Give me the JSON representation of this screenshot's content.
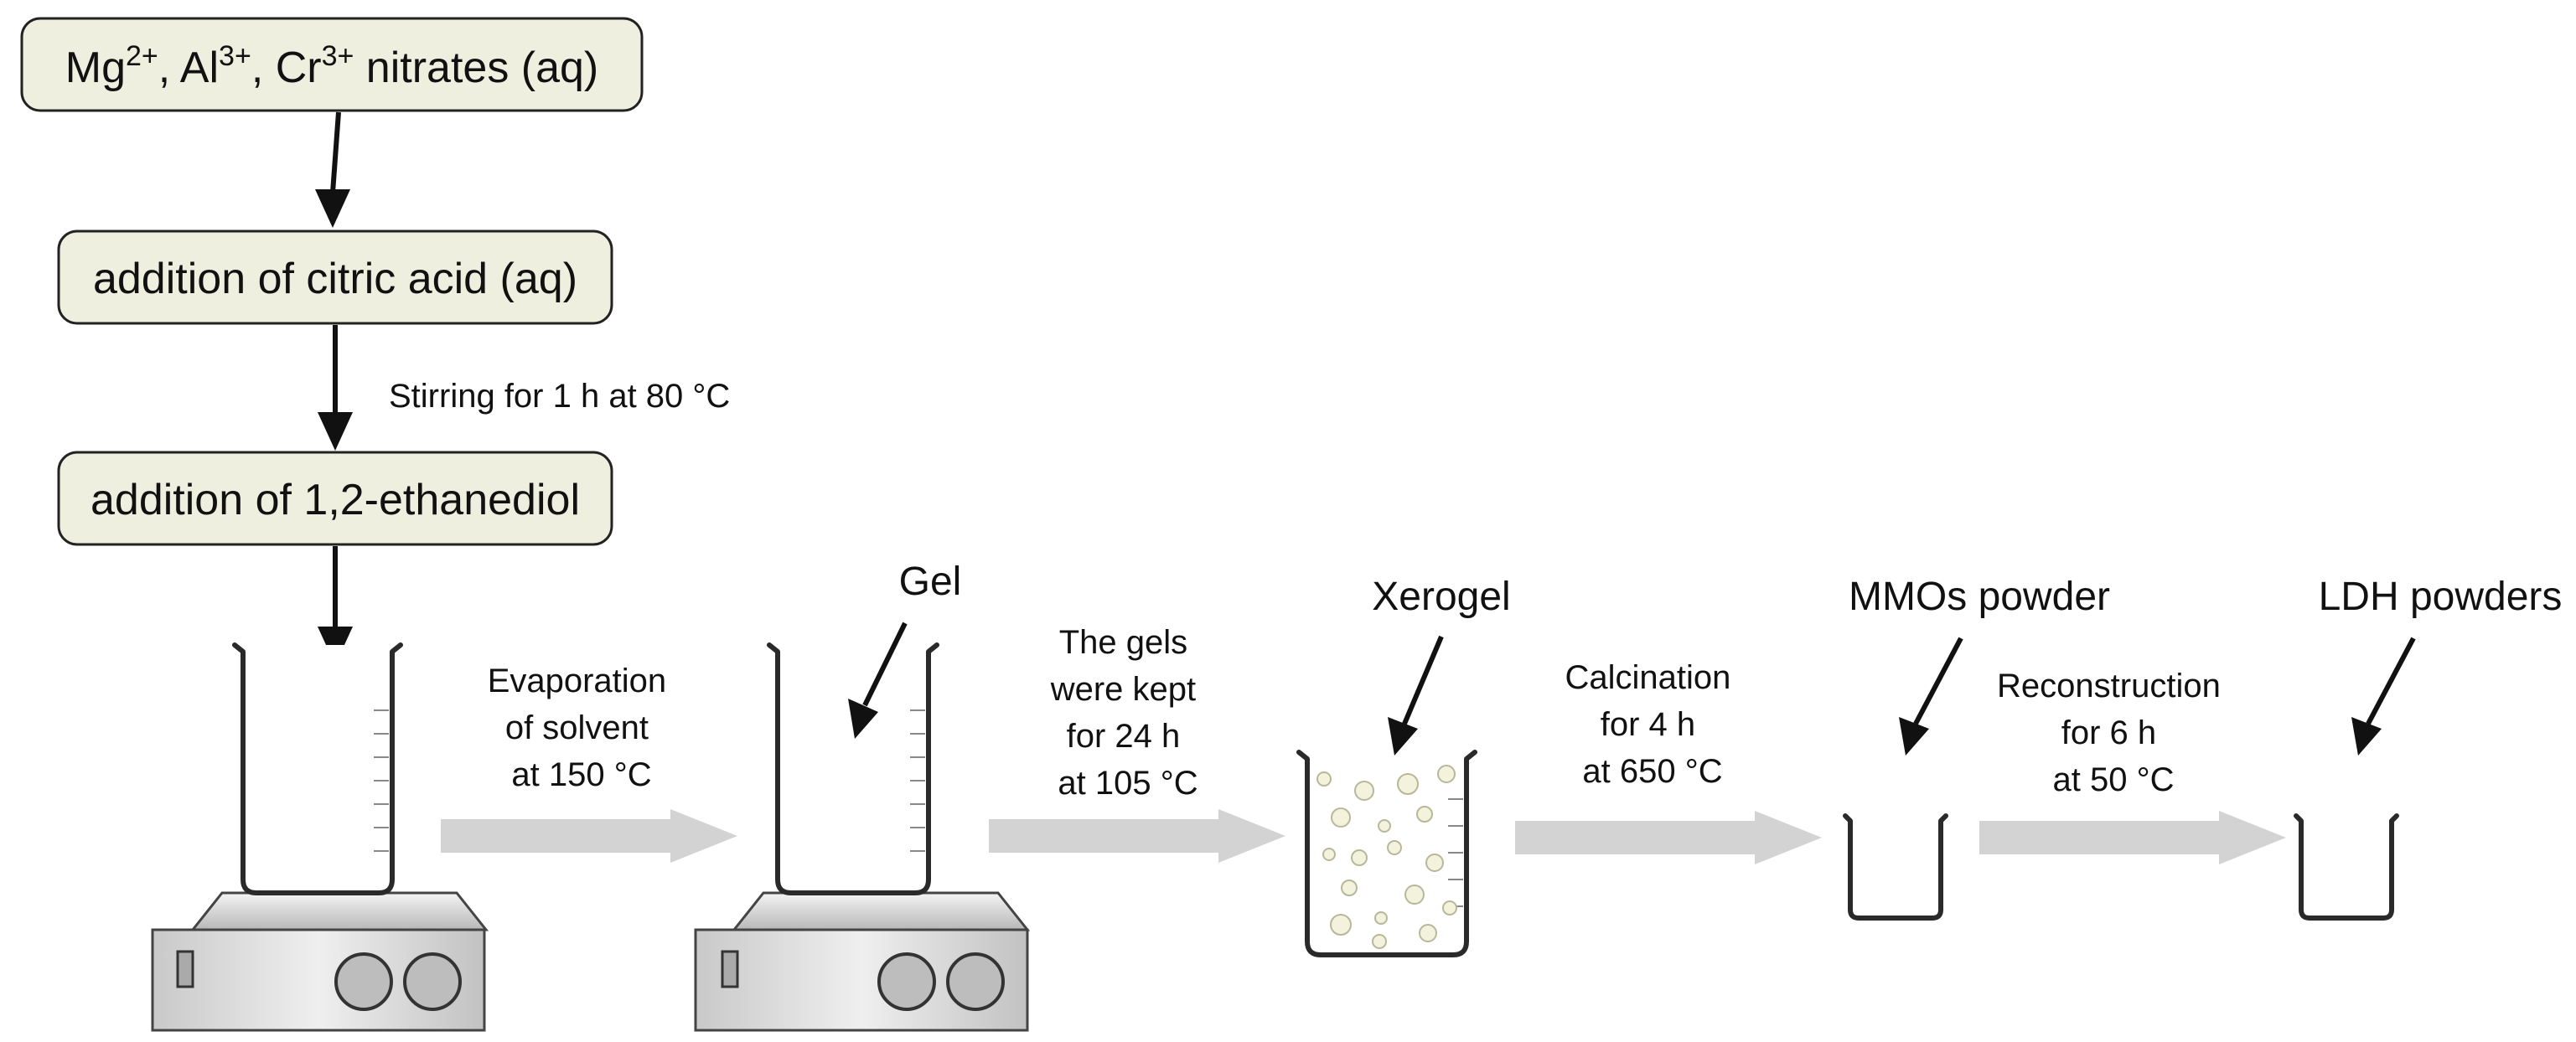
{
  "boxes": {
    "nitrates": {
      "base1": "Mg",
      "sup1": "2+",
      "mid1": ", Al",
      "sup2": "3+",
      "mid2": ", Cr",
      "sup3": "3+",
      "tail": " nitrates (aq)"
    },
    "citric": "addition of citric acid (aq)",
    "ethanediol": "addition of 1,2-ethanediol"
  },
  "stirring_label": "Stirring for 1 h at 80 °C",
  "steps": {
    "evaporation": [
      "Evaporation",
      "of solvent",
      "at 150 °C"
    ],
    "drying": [
      "The gels",
      "were kept",
      "for 24 h",
      "at 105 °C"
    ],
    "calcination": [
      "Calcination",
      "for 4 h",
      "at 650 °C"
    ],
    "reconstruction": [
      "Reconstruction",
      "for 6 h",
      "at 50 °C"
    ]
  },
  "products": {
    "gel": "Gel",
    "xerogel": "Xerogel",
    "mmo": "MMOs powder",
    "ldh": "LDH powders"
  },
  "colors": {
    "box_fill": "#eeefdf",
    "solution": "#f7f7dc",
    "gel": "#a9a77a",
    "powder": "#8f8a57",
    "process_arrow": "#d3d3d3",
    "hotplate": "#d9d9d9"
  }
}
